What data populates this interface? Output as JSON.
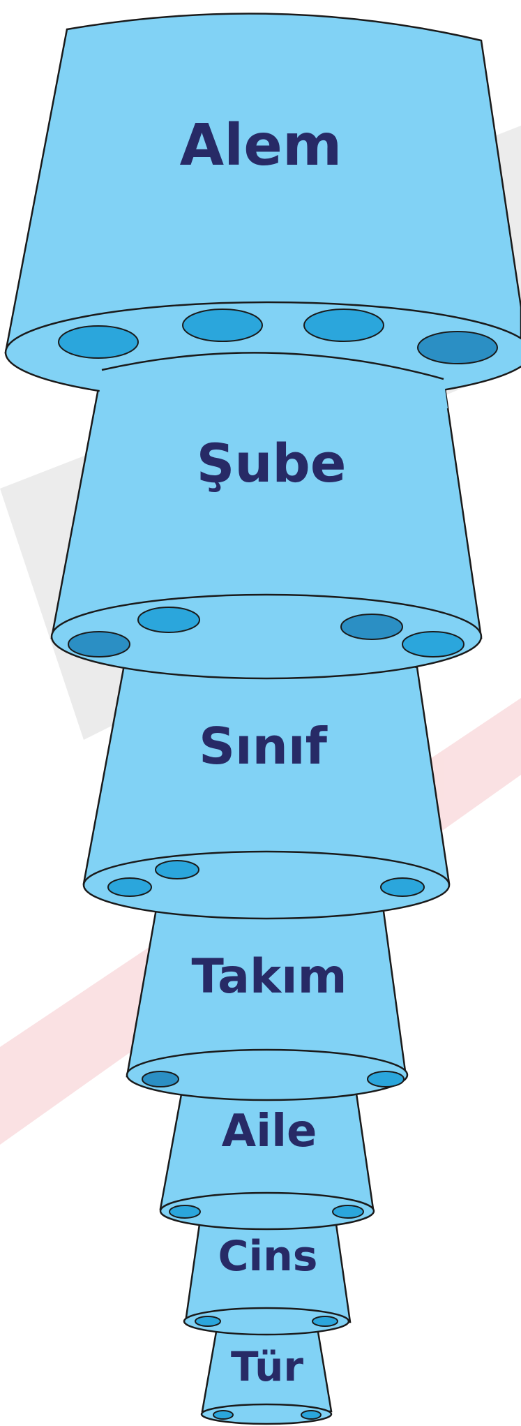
{
  "diagram": {
    "colors": {
      "body": "#81d2f5",
      "hole": "#2ba6dc",
      "hole_dark": "#2b8fc4",
      "outline": "#1a1a1a",
      "label": "#272a66",
      "watermark_gray": "#dcdcdc",
      "watermark_red": "#f6c9cc"
    },
    "levels": [
      {
        "label": "Alem"
      },
      {
        "label": "Şube"
      },
      {
        "label": "Sınıf"
      },
      {
        "label": "Takım"
      },
      {
        "label": "Aile"
      },
      {
        "label": "Cins"
      },
      {
        "label": "Tür"
      }
    ]
  }
}
